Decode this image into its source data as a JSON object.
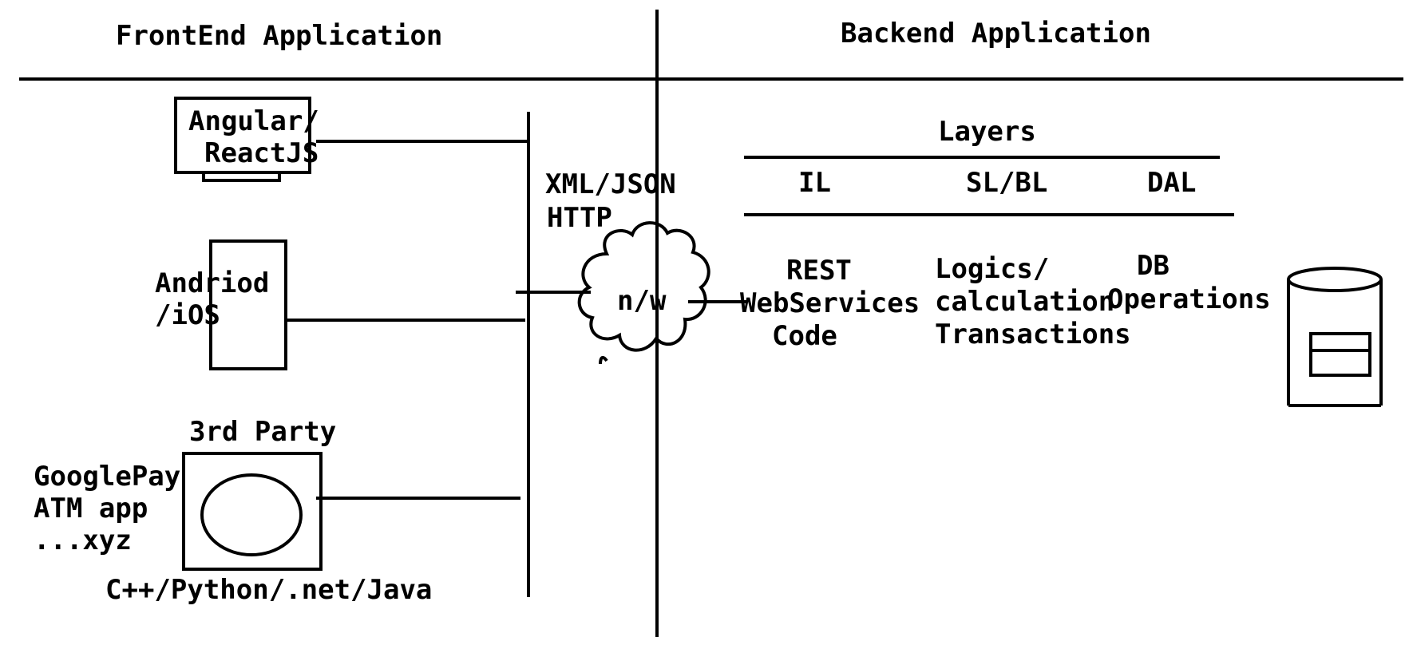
{
  "headers": {
    "frontend": "FrontEnd Application",
    "backend": "Backend Application"
  },
  "clients": {
    "web_line1": "Angular/",
    "web_line2": "ReactJS",
    "mobile_line1": "Andriod",
    "mobile_line2": "/iOS",
    "third_party_title": "3rd Party",
    "third_party_line1": "GooglePay",
    "third_party_line2": "ATM app",
    "third_party_line3": "...xyz",
    "languages": "C++/Python/.net/Java"
  },
  "network": {
    "format": "XML/JSON",
    "protocol": "HTTP",
    "cloud_label": "n/w"
  },
  "layers": {
    "title": "Layers",
    "columns": [
      "IL",
      "SL/BL",
      "DAL"
    ],
    "il_details": [
      "REST",
      "WebServices",
      "Code"
    ],
    "sl_details": [
      "Logics/",
      "calculation",
      "Transactions"
    ],
    "dal_details": [
      "DB",
      "Operations"
    ]
  },
  "icons": {
    "web": "monitor-icon",
    "mobile": "phone-icon",
    "third_party": "device-icon",
    "network": "cloud-icon",
    "database": "database-icon"
  }
}
